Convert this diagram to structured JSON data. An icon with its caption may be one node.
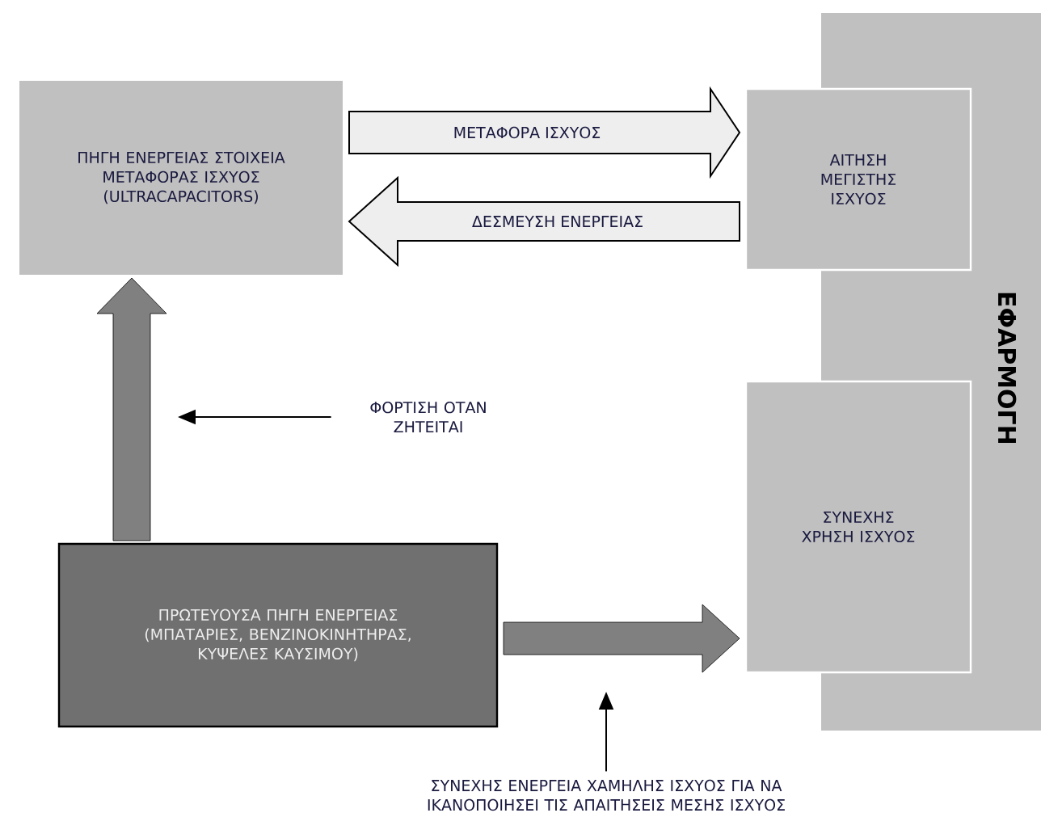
{
  "diagram": {
    "nodes": [
      {
        "text": [
          "ΠΗΓΗ ΕΝΕΡΓΕΙΑΣ ΣΤΟΙΧΕΙΑ ΜΕΤΑΦΟΡΑΣ ΙΣΧΥΟΣ (ULTRACAPACITORS)"
        ]
      },
      {
        "text": [
          "ΕΦΑΡΜΟΓΗ"
        ]
      },
      {
        "text": [
          "ΑΙΤΗΣΗ ΜΕΓΙΣΤΗΣ ΙΣΧΥΟΣ"
        ]
      },
      {
        "text": [
          "ΣΥΝΕΧΗΣ ΧΡΗΣΗ ΙΣΧΥΟΣ"
        ]
      },
      {
        "text": [
          "ΠΡΩΤΕΥΟΥΣΑ ΠΗΓΗ ΕΝΕΡΓΕΙΑΣ (ΜΠΑΤΑΡΙΕΣ, ΒΕΝΖΙΝΟΚΙΝΗΤΗΡΑΣ, ΚΥΨΕΛΕΣ ΚΑΥΣΙΜΟΥ)"
        ]
      },
      {
        "text": [
          "ΦΟΡΤΙΣΗ ΟΤΑΝ ΖΗΤΕΙΤΑΙ"
        ]
      },
      {
        "text": [
          "ΣΥΝΕΧΗΣ ΕΝΕΡΓΕΙΑ ΧΑΜΗΛΗΣ ΙΣΧΥΟΣ ΓΙΑ ΝΑ ΙΚΑΝΟΠΟΙΗΣΕΙ ΤΙΣ ΑΠΑΙΤΗΣΕΙΣ ΜΕΣΗΣ ΙΣΧΥΟΣ"
        ]
      }
    ],
    "edges": [
      {
        "from": 0,
        "to": 2,
        "arrow": "to",
        "label": "ΜΕΤΑΦΟΡΑ ΙΣΧΥΟΣ",
        "style": "thick"
      },
      {
        "from": 2,
        "to": 0,
        "arrow": "to",
        "label": "ΔΕΣΜΕΥΣΗ ΕΝΕΡΓΕΙΑΣ",
        "style": "thick"
      },
      {
        "from": 4,
        "to": 0,
        "arrow": "to",
        "style": "thick",
        "color": "#808080"
      },
      {
        "from": 4,
        "to": 3,
        "arrow": "to",
        "style": "thick",
        "color": "#808080"
      },
      {
        "from": 5,
        "to": null,
        "arrow": "to"
      },
      {
        "from": 6,
        "to": null,
        "arrow": "to"
      }
    ]
  }
}
